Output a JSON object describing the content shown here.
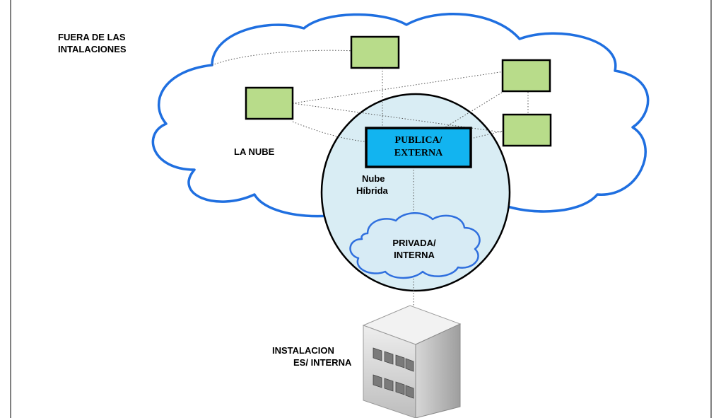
{
  "labels": {
    "offsite_line1": "FUERA DE LAS",
    "offsite_line2": "INTALACIONES",
    "cloud": "LA NUBE",
    "hybrid_line1": "Nube",
    "hybrid_line2": "Híbrida",
    "public_line1": "PUBLICA/",
    "public_line2": "EXTERNA",
    "private_line1": "PRIVADA/",
    "private_line2": "INTERNA",
    "onsite_line1": "INSTALACION",
    "onsite_line2": "ES/ INTERNA"
  },
  "colors": {
    "cloud_outline": "#1f6fe0",
    "node_fill": "#b8dc8a",
    "public_fill": "#12b4f0",
    "hybrid_fill": "#d9edf4",
    "private_cloud_fill": "#d7ebf5",
    "private_cloud_outline": "#2f6fde"
  }
}
